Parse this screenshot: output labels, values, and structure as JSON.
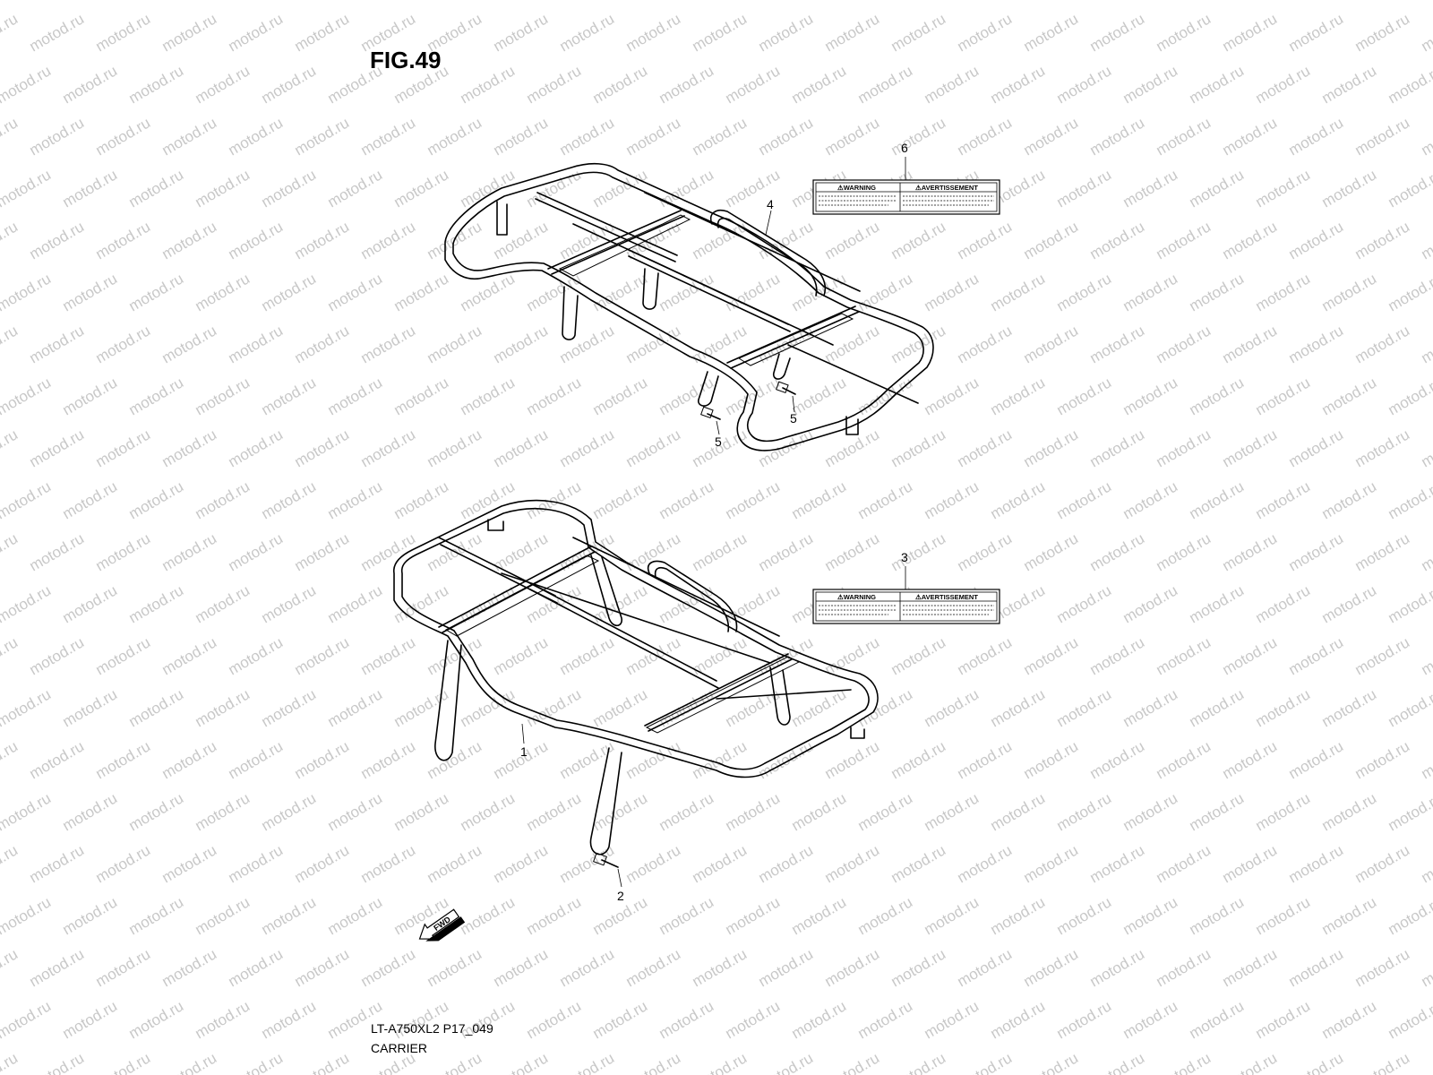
{
  "figure": {
    "title": "FIG.49"
  },
  "footer": {
    "code": "LT-A750XL2 P17_049",
    "name": "CARRIER"
  },
  "watermark": {
    "text": "motod.ru",
    "color": "#c8c8c8"
  },
  "callouts": [
    "1",
    "2",
    "3",
    "4",
    "5",
    "5",
    "6"
  ],
  "labels": [
    {
      "left_text": "⚠WARNING",
      "right_text": "⚠AVERTISSEMENT"
    },
    {
      "left_text": "⚠WARNING",
      "right_text": "⚠AVERTISSEMENT"
    }
  ],
  "direction_arrow": {
    "text": "FWD"
  }
}
